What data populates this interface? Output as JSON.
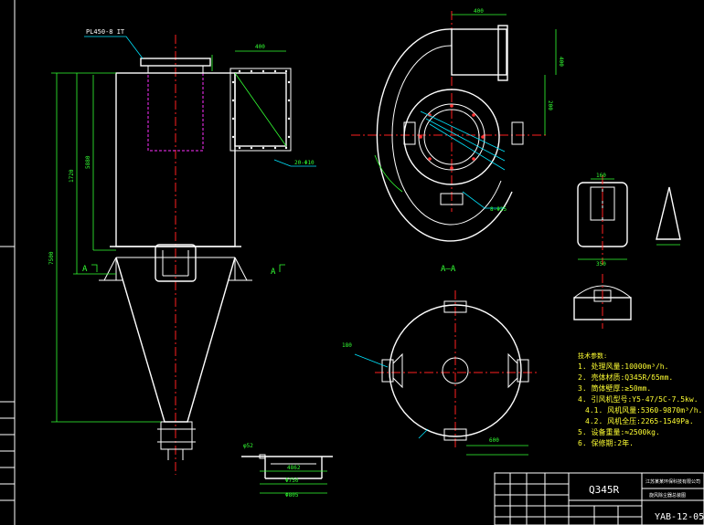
{
  "colors": {
    "background": "#000000",
    "outline": "#ffffff",
    "centerline": "#ff2020",
    "hidden": "#ff30ff",
    "dimension": "#33ff33",
    "leader": "#00e5ff",
    "notes": "#ffff33"
  },
  "callouts": {
    "flange_spec": "PL450-8 IT",
    "bolt_holes_20": "20-Φ10",
    "bolt_holes_8": "8-Φ25",
    "section_a_left": "A",
    "section_a_right": "A",
    "section_title": "A—A",
    "material_label": "Q345R"
  },
  "dims": {
    "outlet_width": "400",
    "inlet_width": "400",
    "overall_height": "7500",
    "body_height": "1720",
    "inner_height": "5880",
    "plan_top": "400",
    "plan_right_1": "400",
    "plan_right_2": "200",
    "bottom_dim_1": "4862",
    "bottom_dim_2": "Φ750",
    "bottom_dim_3": "Φ805",
    "bottom_dim_small": "φ52",
    "section_600": "600",
    "section_180": "180",
    "bracket_160": "160",
    "bracket_350": "350"
  },
  "notes": {
    "heading": "技术参数:",
    "items": [
      "1. 处理风量:10000m³/h.",
      "2. 壳体材质:Q345R/δ5mm.",
      "3. 筒体壁厚:≥50mm.",
      "4. 引风机型号:Y5-47/5C-7.5kw.",
      "4.1. 风机风量:5360-9870m³/h.",
      "4.2. 风机全压:2265-1549Pa.",
      "5. 设备重量:≈2500kg.",
      "6. 保修期:2年."
    ]
  },
  "title_block": {
    "company": "江苏某某环保科技有限公司",
    "drawing_name": "旋风除尘器总装图",
    "drawing_number": "YAB-12-05"
  }
}
